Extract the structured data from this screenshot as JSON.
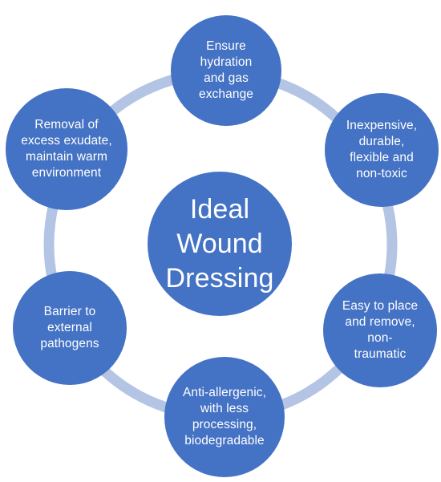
{
  "diagram": {
    "colors": {
      "node_fill": "#4472c4",
      "ring": "#b4c4e4",
      "text": "#ffffff"
    },
    "center": {
      "lines": [
        "Ideal",
        "Wound",
        "Dressing"
      ]
    },
    "nodes": [
      {
        "id": "top",
        "lines": [
          "Ensure",
          "hydration",
          "and gas",
          "exchange"
        ]
      },
      {
        "id": "upper-right",
        "lines": [
          "Inexpensive,",
          "durable,",
          "flexible and",
          "non-toxic"
        ]
      },
      {
        "id": "lower-right",
        "lines": [
          "Easy to place",
          "and remove,",
          "non-",
          "traumatic"
        ]
      },
      {
        "id": "bottom",
        "lines": [
          "Anti-allergenic,",
          "with less",
          "processing,",
          "biodegradable"
        ]
      },
      {
        "id": "lower-left",
        "lines": [
          "Barrier to",
          "external",
          "pathogens"
        ]
      },
      {
        "id": "upper-left",
        "lines": [
          "Removal of",
          "excess exudate,",
          "maintain warm",
          "environment"
        ]
      }
    ]
  }
}
